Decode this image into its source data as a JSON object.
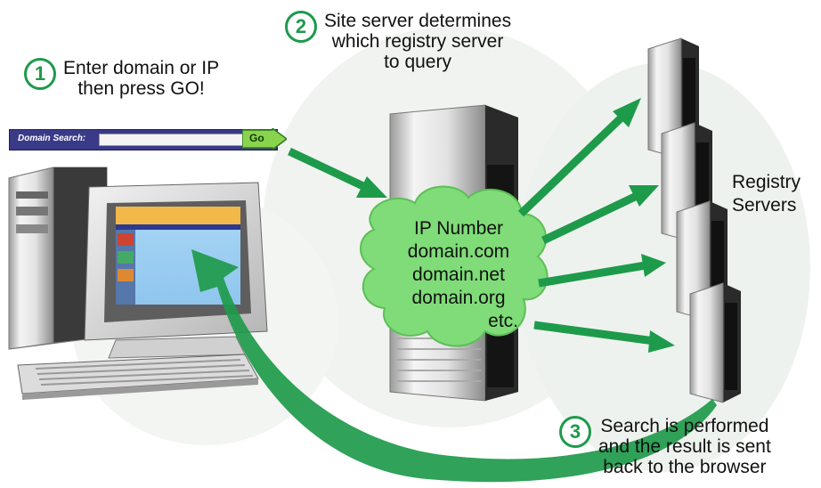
{
  "steps": [
    {
      "number": "1",
      "lines": [
        "Enter domain or IP",
        "then press GO!"
      ]
    },
    {
      "number": "2",
      "lines": [
        "Site server determines",
        "which registry server",
        "to query"
      ]
    },
    {
      "number": "3",
      "lines": [
        "Search is performed",
        "and the result is sent",
        "back to the browser"
      ]
    }
  ],
  "search_bar": {
    "label": "Domain Search:",
    "value": "",
    "button": "Go"
  },
  "cloud_items": [
    "IP Number",
    "domain.com",
    "domain.net",
    "domain.org",
    "etc."
  ],
  "registry_label": [
    "Registry",
    "Servers"
  ],
  "colors": {
    "arrow_green": "#1e9a4b",
    "cloud_green": "#7fdc78",
    "search_bar": "#3a3a88",
    "go_button": "#8ad34d"
  }
}
